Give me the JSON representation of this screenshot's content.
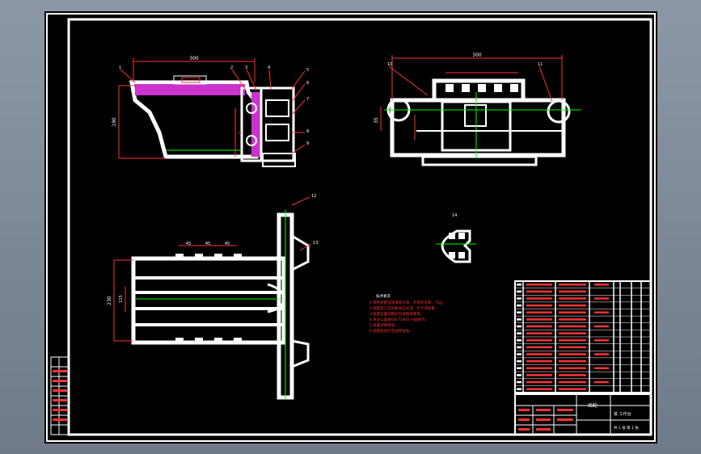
{
  "drawing": {
    "title_block": {
      "text_1": "齿轮",
      "text_2": "铣 工作台",
      "text_3": "共 1 张 第 1 张"
    },
    "dims": {
      "side_width": "300",
      "side_height": "190",
      "top_width": "300",
      "top_left": "35",
      "front_height": "230",
      "front_inner": "115",
      "pitch_a": "45",
      "pitch_b": "45",
      "pitch_c": "45"
    },
    "balloons": [
      "1",
      "2",
      "3",
      "4",
      "5",
      "6",
      "7",
      "8",
      "9",
      "10",
      "11",
      "12",
      "13",
      "14"
    ],
    "tech_notes": {
      "title": "技术要求",
      "lines": [
        "1.零件装配前须清洗干净，不得有毛刺、飞边。",
        "2.装配后工作台移动应灵活，无卡滞现象。",
        "3.各配合面间隙应符合图样要求。",
        "4.未注公差按GB/T1804-m级执行。",
        "5.表面涂防锈漆。",
        "6.装配后进行空运转试验。"
      ]
    }
  },
  "colors": {
    "outline": "#ffffff",
    "dimension": "#ff0000",
    "centerline": "#00ff00",
    "hatch": "#cc33cc",
    "text": "#ffff00"
  }
}
